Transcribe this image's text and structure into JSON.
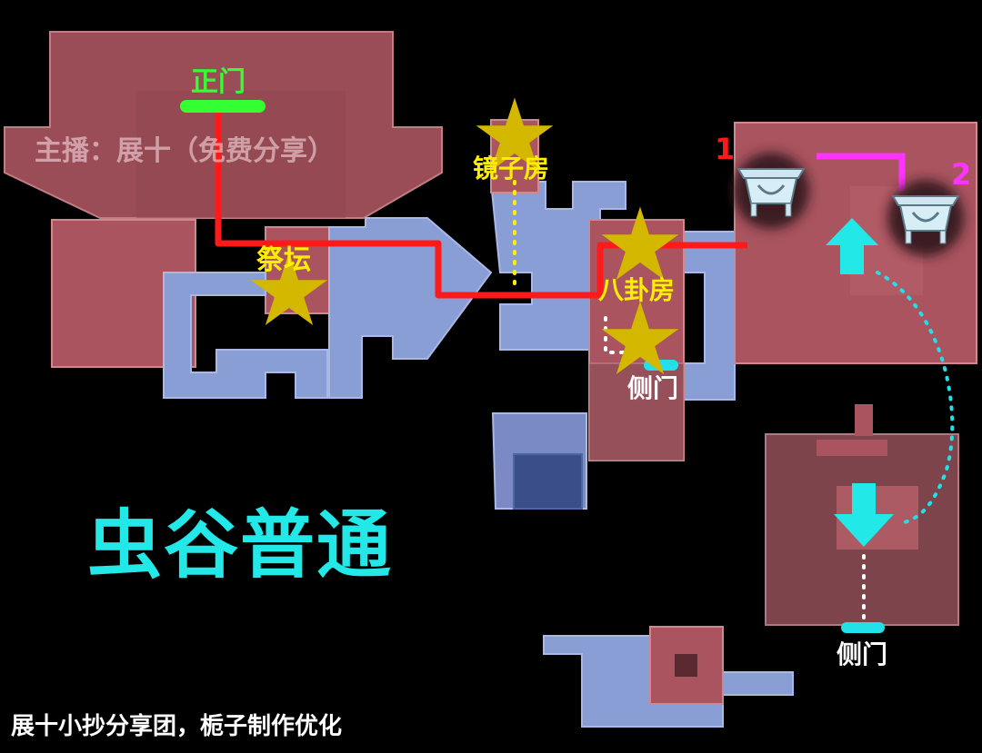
{
  "map": {
    "title": "虫谷普通",
    "streamer_note": "主播：展十（免费分享）",
    "credit": "展十小抄分享团，栀子制作优化",
    "labels": {
      "main_gate": "正门",
      "altar": "祭坛",
      "mirror_room": "镜子房",
      "bagua_room": "八卦房",
      "side_door_1": "侧门",
      "side_door_2": "侧门",
      "marker_1": "1",
      "marker_2": "2"
    },
    "colors": {
      "route_main": "#ff1a1a",
      "route_boss": "#ff33ff",
      "route_dotted_teal": "#22e0e8",
      "route_dotted_white": "#ffffff",
      "route_dotted_yellow": "#ffee00",
      "title": "#22e8e8",
      "main_gate": "#33ff33",
      "stars": "#ffee00",
      "room_red": "#a9545f",
      "corridor_blue": "#8a9ed6"
    },
    "icons": [
      "star-icon",
      "cauldron-icon",
      "arrow-up-icon",
      "arrow-down-icon"
    ]
  }
}
